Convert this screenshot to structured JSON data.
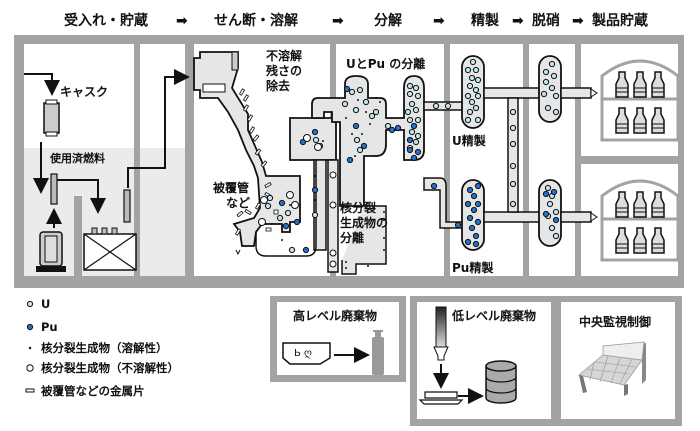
{
  "colors": {
    "wall": "#a3a3a3",
    "room_bg": "#ffffff",
    "pool_bg": "#ebebeb",
    "pipe_fill": "#e6e6e6",
    "outline": "#111111",
    "uranium": "#bfe6ee",
    "plutonium": "#1f74cf",
    "canister": "#999999"
  },
  "header": {
    "stages": [
      {
        "label": "受入れ・貯蔵"
      },
      {
        "label": "せん断・溶解"
      },
      {
        "label": "分解"
      },
      {
        "label": "精製"
      },
      {
        "label": "脱硝"
      },
      {
        "label": "製品貯蔵"
      }
    ],
    "arrow_glyph": "➡"
  },
  "process_labels": {
    "cask": "キャスク",
    "spent_fuel": "使用済燃料",
    "insoluble_removal": [
      "不溶解",
      "残さの",
      "除去"
    ],
    "cladding": [
      "被覆管",
      "など"
    ],
    "u_pu_separation": "UとPu の分離",
    "fp_separation": [
      "核分裂",
      "生成物の",
      "分離"
    ],
    "u_purification": "U精製",
    "pu_purification": "Pu精製"
  },
  "legend": [
    {
      "icon": "uranium-dot-icon",
      "label": "U"
    },
    {
      "icon": "plutonium-dot-icon",
      "label": "Pu"
    },
    {
      "icon": "soluble-fp-dot-icon",
      "label": "核分裂生成物（溶解性）"
    },
    {
      "icon": "insoluble-fp-circle-icon",
      "label": "核分裂生成物（不溶解性）"
    },
    {
      "icon": "metal-fragment-icon",
      "label": "被覆管などの金属片"
    }
  ],
  "facilities": {
    "high_level_waste": "高レベル廃棄物",
    "low_level_waste": "低レベル廃棄物",
    "central_control": "中央監視制御"
  }
}
